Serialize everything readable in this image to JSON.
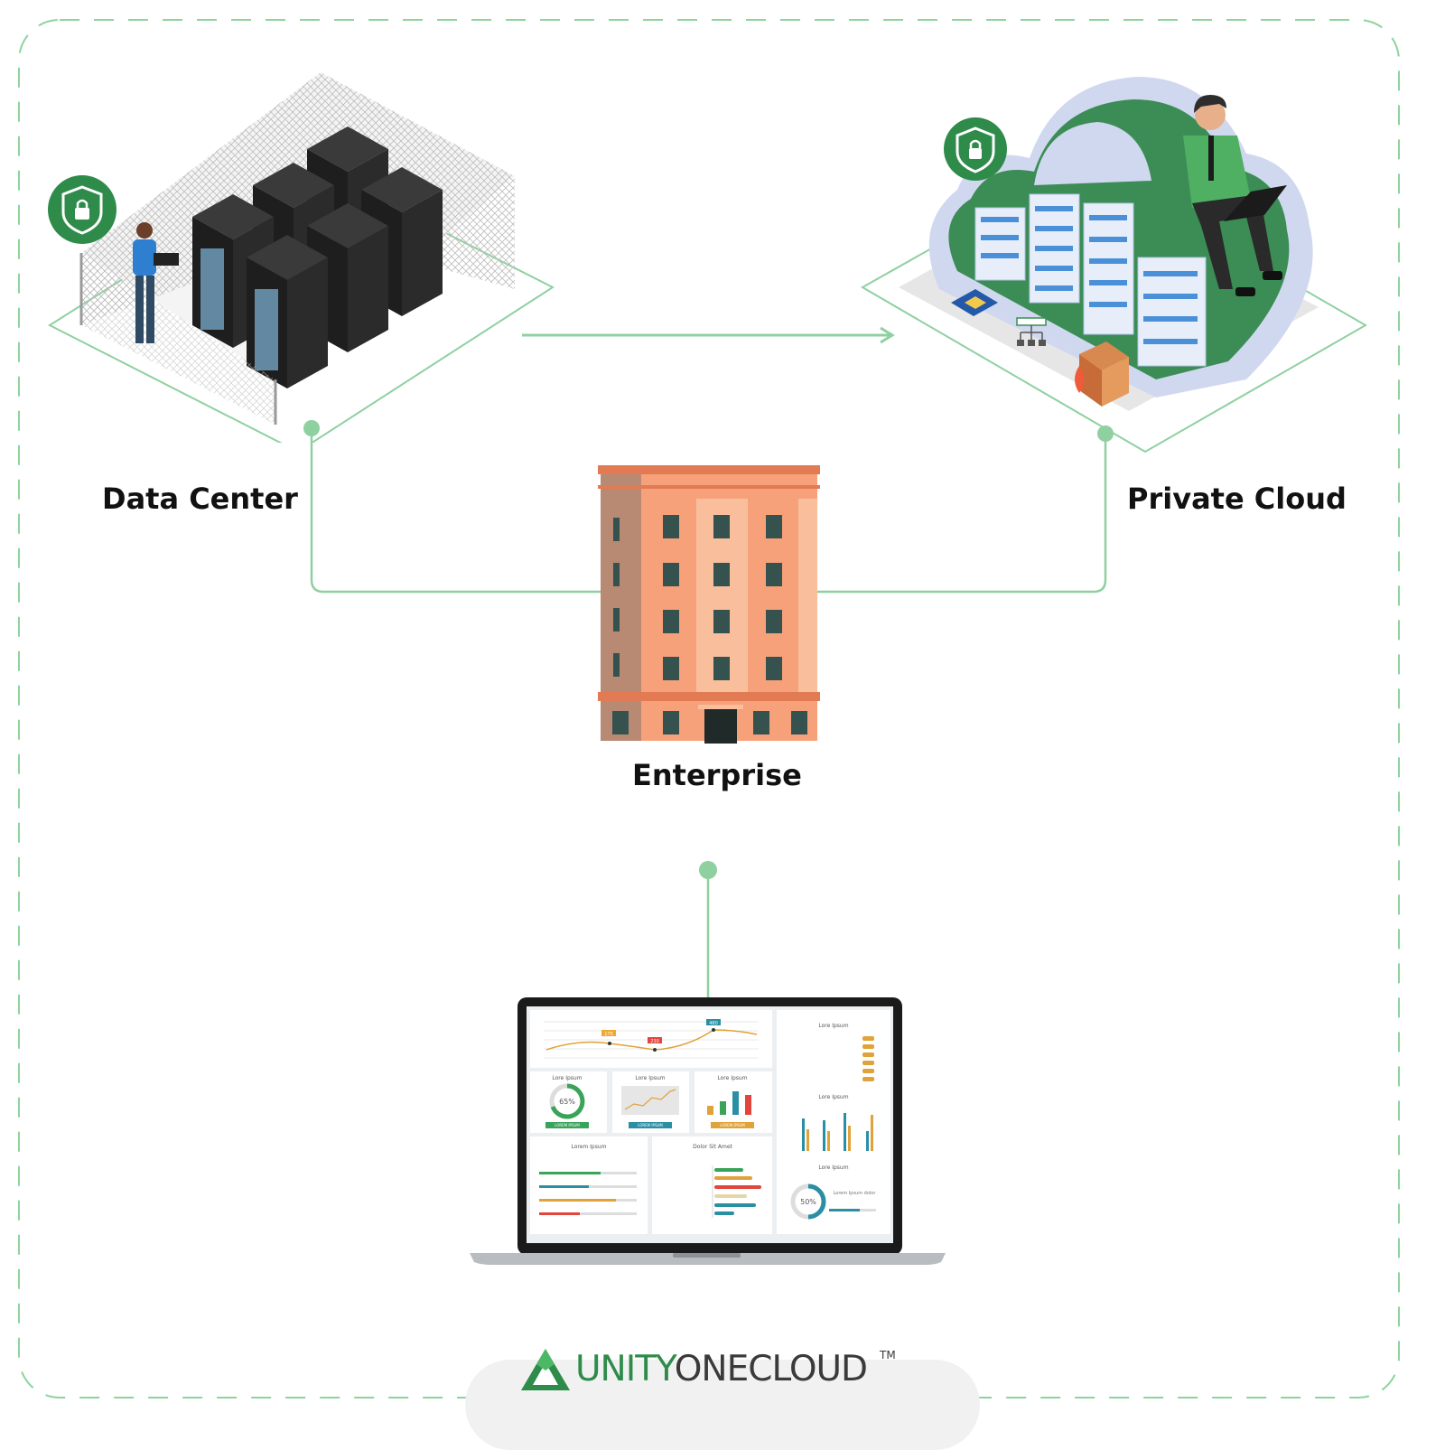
{
  "nodes": {
    "data_center": {
      "label": "Data Center"
    },
    "private_cloud": {
      "label": "Private Cloud"
    },
    "enterprise": {
      "label": "Enterprise"
    }
  },
  "dashboard": {
    "line_chart": {
      "tags": [
        "175",
        "230",
        "480"
      ]
    },
    "cards": [
      {
        "title": "Lore Ipsum",
        "value": "65%",
        "button": "LOREM IPSUM"
      },
      {
        "title": "Lore Ipsum",
        "button": "LOREM IPSUM"
      },
      {
        "title": "Lore Ipsum",
        "button": "LOREM IPSUM"
      }
    ],
    "list_panel_title": "Lorem Ipsum",
    "bars_panel_title": "Dolor Sit Amet",
    "side_titles": [
      "Lore Ipsum",
      "Lore Ipsum",
      "Lore Ipsum"
    ],
    "gauge_value": "50%",
    "gauge_label": "Lorem Ipsum dolor"
  },
  "brand": {
    "part1": "UNITY",
    "part2": "ONECLOUD",
    "tm": "TM"
  },
  "colors": {
    "accent_green": "#2e8b4a",
    "connector_green": "#8fd0a0",
    "building": "#f7a17a"
  }
}
